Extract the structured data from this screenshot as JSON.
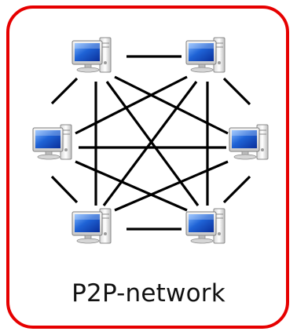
{
  "diagram": {
    "caption": "P2P-network",
    "frame_color": "#e60000",
    "edge_color": "#000000",
    "node_icon": "computer-icon",
    "node_count": 6,
    "topology": "full-mesh"
  }
}
